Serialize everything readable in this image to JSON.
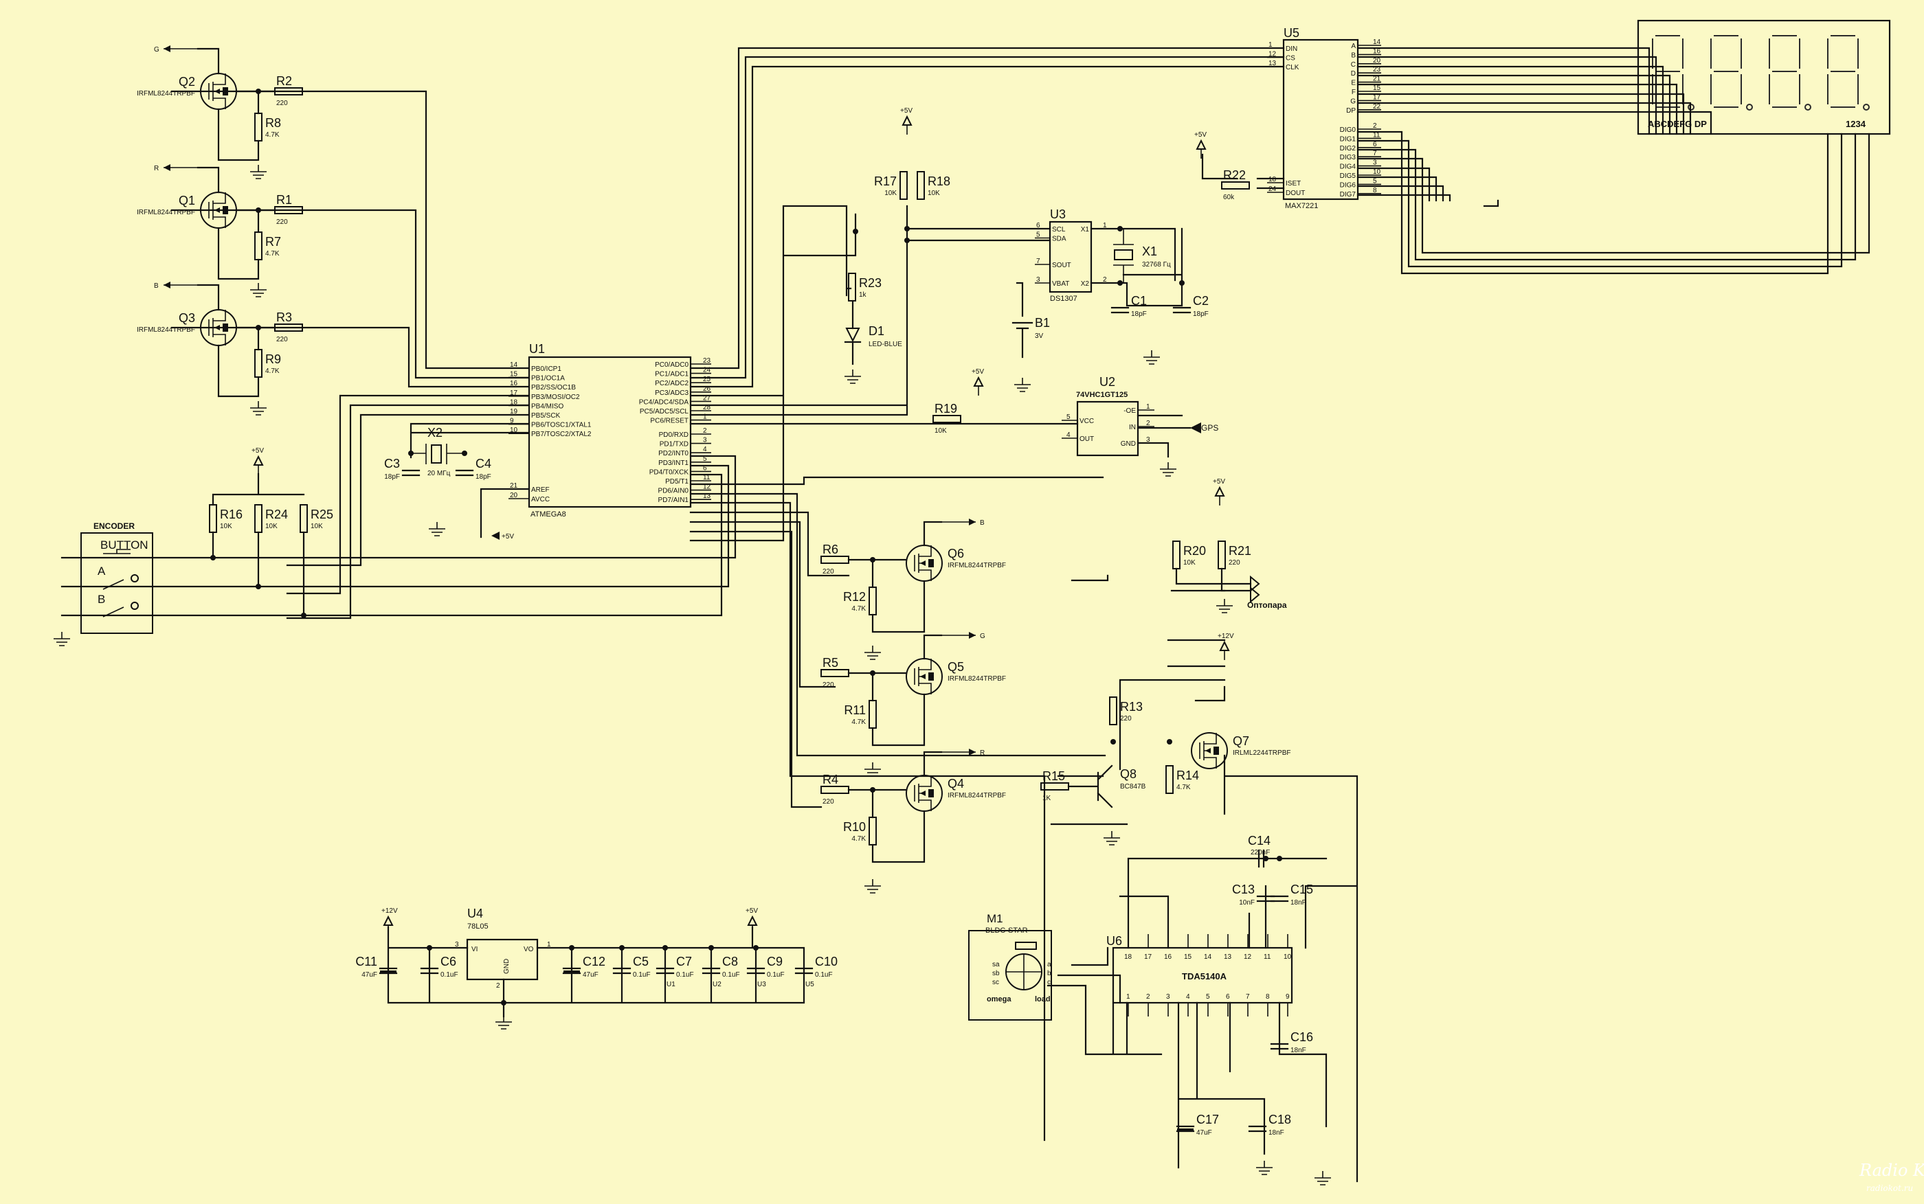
{
  "microcontroller": {
    "ref": "U1",
    "part": "ATMEGA8",
    "left_pins": [
      {
        "num": "14",
        "name": "PB0/ICP1"
      },
      {
        "num": "15",
        "name": "PB1/OC1A"
      },
      {
        "num": "16",
        "name": "PB2/SS/OC1B"
      },
      {
        "num": "17",
        "name": "PB3/MOSI/OC2"
      },
      {
        "num": "18",
        "name": "PB4/MISO"
      },
      {
        "num": "19",
        "name": "PB5/SCK"
      },
      {
        "num": "9",
        "name": "PB6/TOSC1/XTAL1"
      },
      {
        "num": "10",
        "name": "PB7/TOSC2/XTAL2"
      },
      {
        "num": "21",
        "name": "AREF"
      },
      {
        "num": "20",
        "name": "AVCC"
      }
    ],
    "right_pins": [
      {
        "num": "23",
        "name": "PC0/ADC0"
      },
      {
        "num": "24",
        "name": "PC1/ADC1"
      },
      {
        "num": "25",
        "name": "PC2/ADC2"
      },
      {
        "num": "26",
        "name": "PC3/ADC3"
      },
      {
        "num": "27",
        "name": "PC4/ADC4/SDA"
      },
      {
        "num": "28",
        "name": "PC5/ADC5/SCL"
      },
      {
        "num": "1",
        "name": "PC6/RESET"
      },
      {
        "num": "2",
        "name": "PD0/RXD"
      },
      {
        "num": "3",
        "name": "PD1/TXD"
      },
      {
        "num": "4",
        "name": "PD2/INT0"
      },
      {
        "num": "5",
        "name": "PD3/INT1"
      },
      {
        "num": "6",
        "name": "PD4/T0/XCK"
      },
      {
        "num": "11",
        "name": "PD5/T1"
      },
      {
        "num": "12",
        "name": "PD6/AIN0"
      },
      {
        "num": "13",
        "name": "PD7/AIN1"
      }
    ]
  },
  "driver": {
    "ref": "U5",
    "part": "MAX7221",
    "left_pins": [
      {
        "num": "1",
        "name": "DIN"
      },
      {
        "num": "12",
        "name": "CS"
      },
      {
        "num": "13",
        "name": "CLK"
      },
      {
        "num": "18",
        "name": "ISET"
      },
      {
        "num": "24",
        "name": "DOUT"
      }
    ],
    "right_pins": [
      {
        "num": "14",
        "name": "A"
      },
      {
        "num": "16",
        "name": "B"
      },
      {
        "num": "20",
        "name": "C"
      },
      {
        "num": "23",
        "name": "D"
      },
      {
        "num": "21",
        "name": "E"
      },
      {
        "num": "15",
        "name": "F"
      },
      {
        "num": "17",
        "name": "G"
      },
      {
        "num": "22",
        "name": "DP"
      },
      {
        "num": "2",
        "name": "DIG0"
      },
      {
        "num": "11",
        "name": "DIG1"
      },
      {
        "num": "6",
        "name": "DIG2"
      },
      {
        "num": "7",
        "name": "DIG3"
      },
      {
        "num": "3",
        "name": "DIG4"
      },
      {
        "num": "10",
        "name": "DIG5"
      },
      {
        "num": "5",
        "name": "DIG6"
      },
      {
        "num": "8",
        "name": "DIG7"
      }
    ]
  },
  "rtc": {
    "ref": "U3",
    "part": "DS1307",
    "left_pins": [
      {
        "num": "6",
        "name": "SCL"
      },
      {
        "num": "5",
        "name": "SDA"
      },
      {
        "num": "7",
        "name": "SOUT"
      },
      {
        "num": "3",
        "name": "VBAT"
      }
    ],
    "right_pins": [
      {
        "num": "1",
        "name": "X1"
      },
      {
        "num": "2",
        "name": "X2"
      }
    ]
  },
  "buffer": {
    "ref": "U2",
    "part": "74VHC1GT125",
    "left_pins": [
      {
        "num": "5",
        "name": "VCC"
      },
      {
        "num": "4",
        "name": "OUT"
      }
    ],
    "right_pins": [
      {
        "num": "1",
        "name": "-OE"
      },
      {
        "num": "2",
        "name": "IN"
      },
      {
        "num": "3",
        "name": "GND"
      }
    ],
    "net_label": "GPS"
  },
  "regulator": {
    "ref": "U4",
    "part": "78L05",
    "vi": "VI",
    "vo": "VO",
    "gnd": "GND",
    "pin_in": "3",
    "pin_out": "1",
    "pin_gnd": "2"
  },
  "motor_driver": {
    "ref": "U6",
    "part": "TDA5140A",
    "top_pins": [
      "18",
      "17",
      "16",
      "15",
      "14",
      "13",
      "12",
      "11",
      "10"
    ],
    "bottom_pins": [
      "1",
      "2",
      "3",
      "4",
      "5",
      "6",
      "7",
      "8",
      "9"
    ]
  },
  "motor": {
    "ref": "M1",
    "part": "BLDC-STAR",
    "pins_left": [
      "sa",
      "sb",
      "sc"
    ],
    "pins_right": [
      "a",
      "b",
      "c"
    ],
    "label_left": "omega",
    "label_right": "load"
  },
  "display": {
    "segments_label": "ABCDEFG  DP",
    "digits_label": "1234"
  },
  "encoder": {
    "title": "ENCODER",
    "button": "BUTTON",
    "a": "A",
    "b": "B"
  },
  "mosfets": [
    {
      "ref": "Q2",
      "part": "IRFML8244TRPBF",
      "net": "G"
    },
    {
      "ref": "Q1",
      "part": "IRFML8244TRPBF",
      "net": "R"
    },
    {
      "ref": "Q3",
      "part": "IRFML8244TRPBF",
      "net": "B"
    },
    {
      "ref": "Q6",
      "part": "IRFML8244TRPBF",
      "net": "B"
    },
    {
      "ref": "Q5",
      "part": "IRFML8244TRPBF",
      "net": "G"
    },
    {
      "ref": "Q4",
      "part": "IRFML8244TRPBF",
      "net": "R"
    },
    {
      "ref": "Q7",
      "part": "IRLML2244TRPBF"
    }
  ],
  "bjt": {
    "ref": "Q8",
    "part": "BC847B"
  },
  "resistors": [
    {
      "ref": "R2",
      "value": "220"
    },
    {
      "ref": "R8",
      "value": "4.7K"
    },
    {
      "ref": "R1",
      "value": "220"
    },
    {
      "ref": "R7",
      "value": "4.7K"
    },
    {
      "ref": "R3",
      "value": "220"
    },
    {
      "ref": "R9",
      "value": "4.7K"
    },
    {
      "ref": "R16",
      "value": "10K"
    },
    {
      "ref": "R24",
      "value": "10K"
    },
    {
      "ref": "R25",
      "value": "10K"
    },
    {
      "ref": "R17",
      "value": "10K"
    },
    {
      "ref": "R18",
      "value": "10K"
    },
    {
      "ref": "R23",
      "value": "1k"
    },
    {
      "ref": "R19",
      "value": "10K"
    },
    {
      "ref": "R22",
      "value": "60k"
    },
    {
      "ref": "R20",
      "value": "10K"
    },
    {
      "ref": "R21",
      "value": "220"
    },
    {
      "ref": "R6",
      "value": "220"
    },
    {
      "ref": "R12",
      "value": "4.7K"
    },
    {
      "ref": "R5",
      "value": "220"
    },
    {
      "ref": "R11",
      "value": "4.7K"
    },
    {
      "ref": "R4",
      "value": "220"
    },
    {
      "ref": "R10",
      "value": "4.7K"
    },
    {
      "ref": "R13",
      "value": "220"
    },
    {
      "ref": "R14",
      "value": "4.7K"
    },
    {
      "ref": "R15",
      "value": "1K"
    }
  ],
  "capacitors": [
    {
      "ref": "C3",
      "value": "18pF"
    },
    {
      "ref": "C4",
      "value": "18pF"
    },
    {
      "ref": "C1",
      "value": "18pF"
    },
    {
      "ref": "C2",
      "value": "18pF"
    },
    {
      "ref": "C11",
      "value": "47uF"
    },
    {
      "ref": "C6",
      "value": "0.1uF"
    },
    {
      "ref": "C12",
      "value": "47uF"
    },
    {
      "ref": "C5",
      "value": "0.1uF"
    },
    {
      "ref": "C7",
      "value": "0.1uF",
      "note": "U1"
    },
    {
      "ref": "C8",
      "value": "0.1uF",
      "note": "U2"
    },
    {
      "ref": "C9",
      "value": "0.1uF",
      "note": "U3"
    },
    {
      "ref": "C10",
      "value": "0.1uF",
      "note": "U5"
    },
    {
      "ref": "C14",
      "value": "220nF"
    },
    {
      "ref": "C13",
      "value": "10nF"
    },
    {
      "ref": "C15",
      "value": "18nF"
    },
    {
      "ref": "C16",
      "value": "18nF"
    },
    {
      "ref": "C17",
      "value": "47uF"
    },
    {
      "ref": "C18",
      "value": "18nF"
    }
  ],
  "crystals": [
    {
      "ref": "X2",
      "value": "20 МГц"
    },
    {
      "ref": "X1",
      "value": "32768 Гц"
    }
  ],
  "battery": {
    "ref": "B1",
    "value": "3V"
  },
  "led": {
    "ref": "D1",
    "value": "LED-BLUE"
  },
  "optocoupler": {
    "label": "Оптопара"
  },
  "power": {
    "p5": "+5V",
    "p12": "+12V"
  },
  "watermark": {
    "line1": "Radio KOT",
    "line2": "radiokot.ru"
  },
  "colors": {
    "background": "#fbf9c6",
    "ink": "#111111"
  }
}
